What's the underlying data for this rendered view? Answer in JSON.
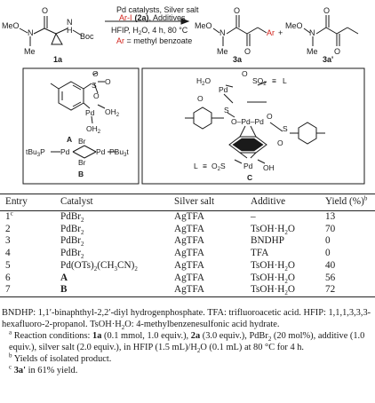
{
  "scheme": {
    "arrow_above_1": "Pd catalysts, Silver salt",
    "arrow_above_2a": "Ar-I",
    "arrow_above_2b": "(2a)",
    "arrow_above_2c": ", Additives",
    "arrow_below_1": "HFIP, H",
    "arrow_below_1b": "O, 4 h, 80 °C",
    "arrow_below_2a": "Ar",
    "arrow_below_2b": " = methyl benzoate",
    "sm_label": "1a",
    "prod_label": "3a",
    "byprod_label": "3a'",
    "plus": "+",
    "ar": "Ar",
    "meo": "MeO",
    "me": "Me",
    "n": "N",
    "boc": "Boc",
    "h": "H",
    "o": "O"
  },
  "catalysts": {
    "A_label": "A",
    "B_label": "B",
    "C_label": "C",
    "A_pd": "Pd",
    "A_oh2a": "OH",
    "A_oh2b": "OH",
    "A_s": "S",
    "A_o": "O",
    "B_left": "tBu",
    "B_p": "P",
    "B_pd": "Pd",
    "B_br": "Br",
    "B_right": "PBu",
    "B_t": "t",
    "C_h2o": "H",
    "C_so2": "SO",
    "C_L": "L",
    "C_pd": "Pd",
    "C_o2s": "O",
    "C_oh": "OH",
    "C_s": "S",
    "C_o": "O",
    "C_eq": "≡"
  },
  "table": {
    "headers": [
      "Entry",
      "Catalyst",
      "Silver salt",
      "Additive",
      "Yield (%)"
    ],
    "header_sup": "b",
    "rows": [
      {
        "entry": "1",
        "entry_sup": "c",
        "catalyst": "PdBr",
        "cat_sub": "2",
        "silver": "AgTFA",
        "additive": "–",
        "add_sub": "",
        "add_tail": "",
        "yield": "13"
      },
      {
        "entry": "2",
        "entry_sup": "",
        "catalyst": "PdBr",
        "cat_sub": "2",
        "silver": "AgTFA",
        "additive": "TsOH·H",
        "add_sub": "2",
        "add_tail": "O",
        "yield": "70"
      },
      {
        "entry": "3",
        "entry_sup": "",
        "catalyst": "PdBr",
        "cat_sub": "2",
        "silver": "AgTFA",
        "additive": "BNDHP",
        "add_sub": "",
        "add_tail": "",
        "yield": "0"
      },
      {
        "entry": "4",
        "entry_sup": "",
        "catalyst": "PdBr",
        "cat_sub": "2",
        "silver": "AgTFA",
        "additive": "TFA",
        "add_sub": "",
        "add_tail": "",
        "yield": "0"
      },
      {
        "entry": "5",
        "entry_sup": "",
        "catalyst": "Pd(OTs)",
        "cat_sub": "2",
        "cat_tail": "(CH",
        "cat_sub2": "3",
        "cat_tail2": "CN)",
        "cat_sub3": "2",
        "silver": "AgTFA",
        "additive": "TsOH·H",
        "add_sub": "2",
        "add_tail": "O",
        "yield": "40"
      },
      {
        "entry": "6",
        "entry_sup": "",
        "catalyst": "A",
        "cat_sub": "",
        "silver": "AgTFA",
        "additive": "TsOH·H",
        "add_sub": "2",
        "add_tail": "O",
        "yield": "56"
      },
      {
        "entry": "7",
        "entry_sup": "",
        "catalyst": "B",
        "cat_sub": "",
        "silver": "AgTFA",
        "additive": "TsOH·H",
        "add_sub": "2",
        "add_tail": "O",
        "yield": "72"
      }
    ]
  },
  "notes": {
    "abbrev": "BNDHP: 1,1′-binaphthyl-2,2′-diyl hydrogenphosphate. TFA: trifluoroacetic acid. HFIP: 1,1,1,3,3,3-hexafluoro-2-propanol. TsOH·H",
    "abbrev_sub": "2",
    "abbrev_tail": "O: 4-methylbenzenesulfonic acid hydrate.",
    "a_sup": "a",
    "a_1": " Reaction conditions: ",
    "a_b1": "1a",
    "a_2": " (0.1 mmol, 1.0 equiv.), ",
    "a_b2": "2a",
    "a_3": " (3.0 equiv.), PdBr",
    "a_sub": "2",
    "a_4": " (20 mol%), additive (1.0 equiv.), silver salt (2.0 equiv.), in HFIP (1.5 mL)/H",
    "a_sub2": "2",
    "a_5": "O (0.1 mL) at 80 °C for 4 h.",
    "b_sup": "b",
    "b_text": " Yields of isolated product.",
    "c_sup": "c",
    "c_b": "3a'",
    "c_text": " in 61% yield."
  }
}
